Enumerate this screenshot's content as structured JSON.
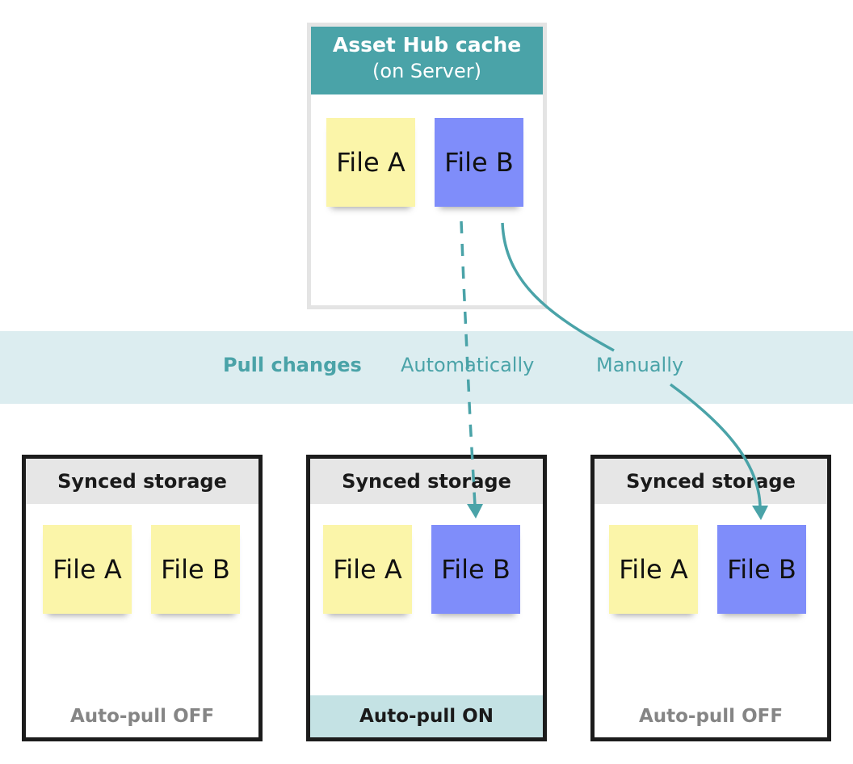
{
  "server": {
    "title": "Asset Hub cache",
    "subtitle": "(on Server)",
    "files": [
      {
        "label": "File A",
        "color": "yellow"
      },
      {
        "label": "File B",
        "color": "blue"
      }
    ]
  },
  "band": {
    "title": "Pull changes",
    "automatic": "Automatically",
    "manual": "Manually"
  },
  "storages": [
    {
      "title": "Synced storage",
      "files": [
        {
          "label": "File A",
          "color": "yellow"
        },
        {
          "label": "File B",
          "color": "yellow"
        }
      ],
      "footer": "Auto-pull OFF"
    },
    {
      "title": "Synced storage",
      "files": [
        {
          "label": "File A",
          "color": "yellow"
        },
        {
          "label": "File B",
          "color": "blue"
        }
      ],
      "footer": "Auto-pull ON"
    },
    {
      "title": "Synced storage",
      "files": [
        {
          "label": "File A",
          "color": "yellow"
        },
        {
          "label": "File B",
          "color": "blue"
        }
      ],
      "footer": "Auto-pull OFF"
    }
  ],
  "colors": {
    "teal": "#4aa3a8",
    "band": "#dcedf0",
    "note_yellow": "#fbf5a9",
    "note_blue": "#7f8dfa",
    "footer_on": "#c4e2e4",
    "footer_off_text": "#858585"
  }
}
